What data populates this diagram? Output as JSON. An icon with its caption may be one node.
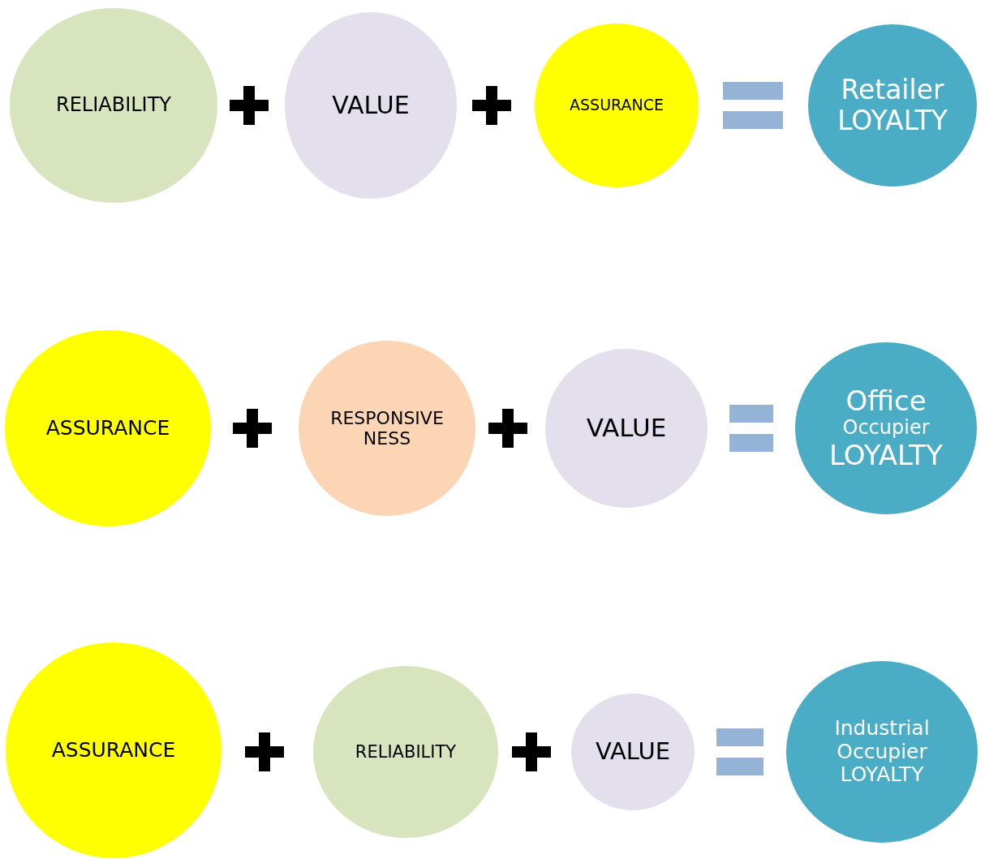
{
  "diagram": {
    "nodes": [
      {
        "text": [
          "RELIABILITY"
        ]
      },
      {
        "text": [
          "VALUE"
        ]
      },
      {
        "text": [
          "ASSURANCE"
        ]
      },
      {
        "text": [
          "Retailer LOYALTY"
        ]
      },
      {
        "text": [
          "ASSURANCE"
        ]
      },
      {
        "text": [
          "RESPONSIVE NESS"
        ]
      },
      {
        "text": [
          "VALUE"
        ]
      },
      {
        "text": [
          "Office",
          "Occupier",
          "LOYALTY"
        ]
      },
      {
        "text": [
          "ASSURANCE"
        ]
      },
      {
        "text": [
          "RELIABILITY"
        ]
      },
      {
        "text": [
          "VALUE"
        ]
      },
      {
        "text": [
          "Industrial Occupier LOYALTY"
        ]
      }
    ]
  }
}
